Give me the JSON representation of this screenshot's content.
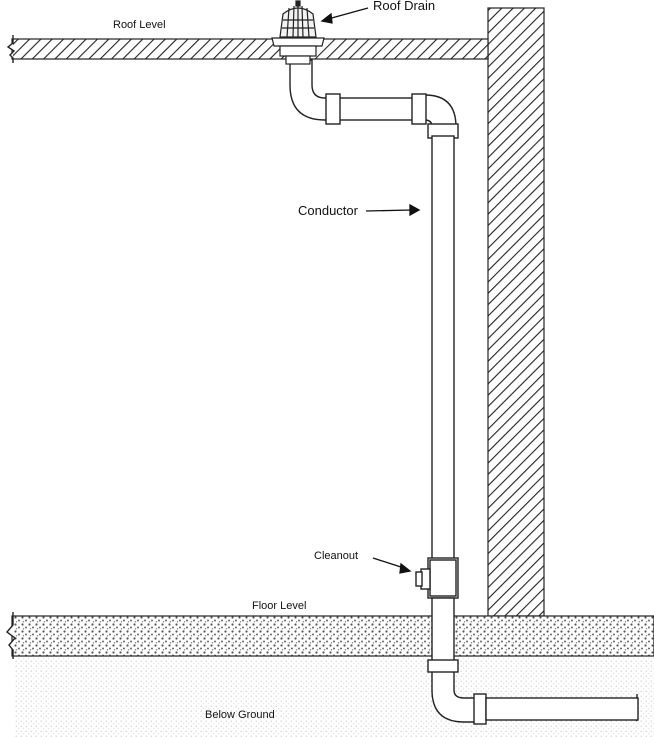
{
  "labels": {
    "roof_level": "Roof Level",
    "roof_drain": "Roof Drain",
    "conductor": "Conductor",
    "cleanout": "Cleanout",
    "floor_level": "Floor Level",
    "below_ground": "Below Ground"
  }
}
